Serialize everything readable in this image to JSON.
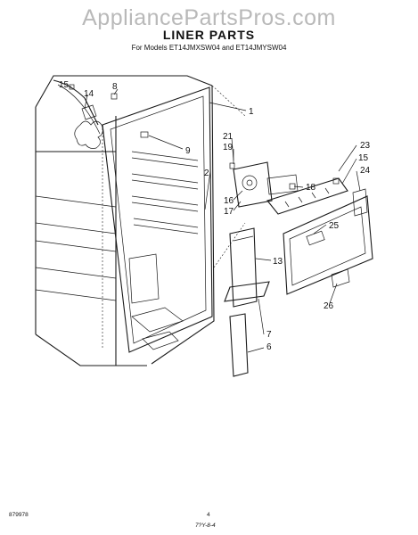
{
  "header": {
    "watermark": "AppliancePartsPros.com",
    "title": "LINER PARTS",
    "subtitle": "For Models ET14JMXSW04 and ET14JMYSW04"
  },
  "footer": {
    "doc_number": "879978",
    "page_number": "4",
    "date_code": "7?Y-8-4"
  },
  "callouts": [
    {
      "id": "1",
      "label": "1"
    },
    {
      "id": "2",
      "label": "2"
    },
    {
      "id": "6",
      "label": "6"
    },
    {
      "id": "7",
      "label": "7"
    },
    {
      "id": "8",
      "label": "8"
    },
    {
      "id": "9",
      "label": "9"
    },
    {
      "id": "13",
      "label": "13"
    },
    {
      "id": "14",
      "label": "14"
    },
    {
      "id": "15a",
      "label": "15"
    },
    {
      "id": "15b",
      "label": "15"
    },
    {
      "id": "16",
      "label": "16"
    },
    {
      "id": "17",
      "label": "17"
    },
    {
      "id": "18",
      "label": "18"
    },
    {
      "id": "19",
      "label": "19"
    },
    {
      "id": "21",
      "label": "21"
    },
    {
      "id": "23",
      "label": "23"
    },
    {
      "id": "24",
      "label": "24"
    },
    {
      "id": "25",
      "label": "25"
    },
    {
      "id": "26",
      "label": "26"
    }
  ]
}
